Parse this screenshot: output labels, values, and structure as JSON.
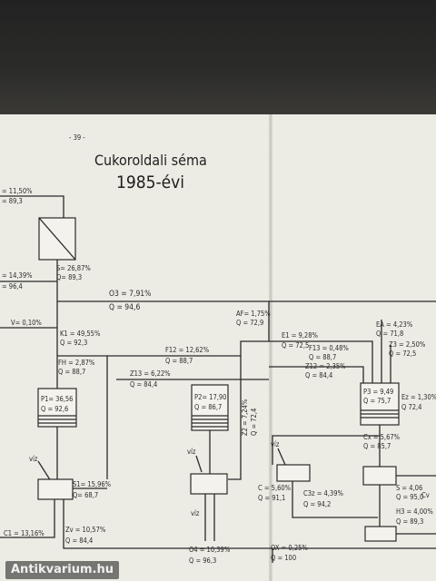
{
  "page_number": "- 39 -",
  "title": "Cukoroldali séma",
  "subtitle": "1985-évi",
  "labels": {
    "top_a": "= 11,50%",
    "top_b": "= 89,3",
    "left_a": "= 14,39%",
    "left_b": "= 96,4",
    "s_a": "S= 26,87%",
    "s_b": "Q= 89,3",
    "o3_a": "O3 = 7,91%",
    "o3_b": "Q = 94,6",
    "v_a": "V= 0,10%",
    "k_a": "K1 = 49,55%",
    "k_b": "Q = 92,3",
    "af_a": "AF= 1,75%",
    "af_b": "Q = 72,9",
    "e1_a": "E1 = 9,28%",
    "e1_b": "Q = 72,5",
    "f12_a": "F12 = 12,62%",
    "f12_b": "Q = 88,7",
    "fh_a": "FH = 2,87%",
    "fh_b": "Q = 88,7",
    "z13_a": "Z13 = 6,22%",
    "z13_b": "Q = 84,4",
    "f13_a": "F13 = 0,48%",
    "f13_b": "Q = 88,7",
    "z12_a": "Z12 = 2,35%",
    "z12_b": "Q = 84,4",
    "ea_a": "EA = 4,23%",
    "ea_b": "Q = 71,8",
    "z3_a": "Z3 = 2,50%",
    "z3_b": "Q = 72,5",
    "p1_a": "P1= 36,56",
    "p1_b": "Q = 92,6",
    "p2_a": "P2= 17,90",
    "p2_b": "Q = 86,7",
    "p3_a": "P3 = 9,49",
    "p3_b": "Q = 75,7",
    "ez_a": "Ez = 1,30%",
    "ez_b": "Q 72,4",
    "z2_a": "Z2 = 7,24%",
    "z2_b": "Q = 72,4",
    "viz1": "víz",
    "viz2": "víz",
    "viz3": "víz",
    "viz4": "víz",
    "s1_a": "S1= 15,96%",
    "s1_b": "Q= 68,7",
    "zu_a": "Zv = 10,57%",
    "zu_b": "Q = 84,4",
    "c_a": "C = 5,60%",
    "c_b": "Q = 91,1",
    "c3_a": "C3z = 4,39%",
    "c3_b": "Q = 94,2",
    "cx_a": "Cx = 5,67%",
    "cx_b": "Q = 85,7",
    "s2_a": "S = 4,06",
    "s2_b": "Q = 95,0",
    "h_a": "H3 = 4,00%",
    "h_b": "Q = 89,3",
    "o4_a": "O4 = 10,39%",
    "o4_b": "Q = 96,3",
    "ox_a": "OX = 0,25%",
    "ox_b": "Q = 100",
    "left_bottom": "C1 = 13,16%",
    "right_edge": "Cv"
  },
  "watermark": "Antikvarium.hu"
}
